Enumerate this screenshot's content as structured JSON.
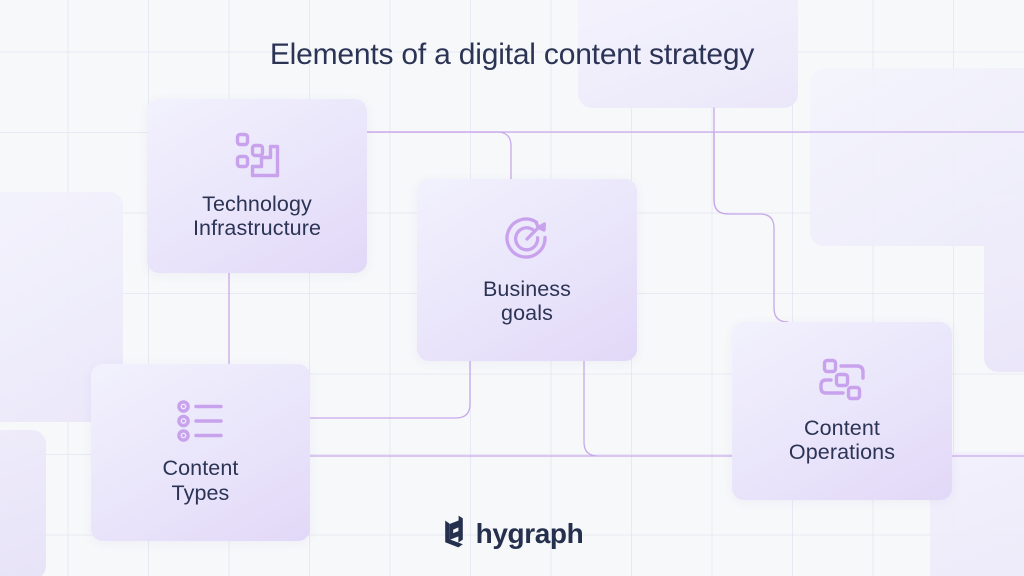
{
  "page": {
    "title": "Elements of a digital content strategy",
    "background_color": "#f7f8fa",
    "title_color": "#2c3455",
    "accent_color": "#c39ee8",
    "card_gradient_from": "#f2f1fd",
    "card_gradient_to": "#e2d8f8"
  },
  "cards": [
    {
      "id": "technology-infrastructure",
      "label": "Technology\nInfrastructure",
      "icon": "technology-infrastructure-icon"
    },
    {
      "id": "business-goals",
      "label": "Business\ngoals",
      "icon": "target-goal-icon"
    },
    {
      "id": "content-types",
      "label": "Content\nTypes",
      "icon": "bullet-list-icon"
    },
    {
      "id": "content-operations",
      "label": "Content\nOperations",
      "icon": "workflow-nodes-icon"
    }
  ],
  "logo": {
    "name": "hygraph",
    "wordmark": "hygraph",
    "mark_color": "#25304f"
  }
}
